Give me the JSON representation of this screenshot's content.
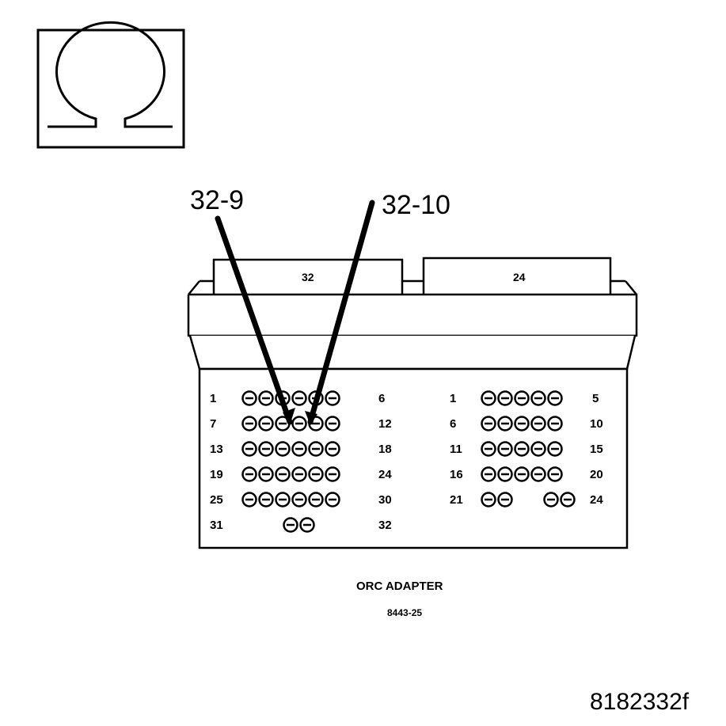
{
  "callouts": {
    "left": "32-9",
    "right": "32-10"
  },
  "connector": {
    "left_tab_label": "32",
    "right_tab_label": "24"
  },
  "left_block": {
    "row_labels": [
      {
        "start": "1",
        "end": "6"
      },
      {
        "start": "7",
        "end": "12"
      },
      {
        "start": "13",
        "end": "18"
      },
      {
        "start": "19",
        "end": "24"
      },
      {
        "start": "25",
        "end": "30"
      },
      {
        "start": "31",
        "end": "32"
      }
    ]
  },
  "right_block": {
    "row_labels": [
      {
        "start": "1",
        "end": "5"
      },
      {
        "start": "6",
        "end": "10"
      },
      {
        "start": "11",
        "end": "15"
      },
      {
        "start": "16",
        "end": "20"
      },
      {
        "start": "21",
        "end": "24"
      }
    ]
  },
  "caption": {
    "line1": "ORC ADAPTER",
    "line2": "8443-25"
  },
  "figure_id": "8182332f",
  "icons": {
    "ohmmeter": "ohm-symbol-icon"
  }
}
